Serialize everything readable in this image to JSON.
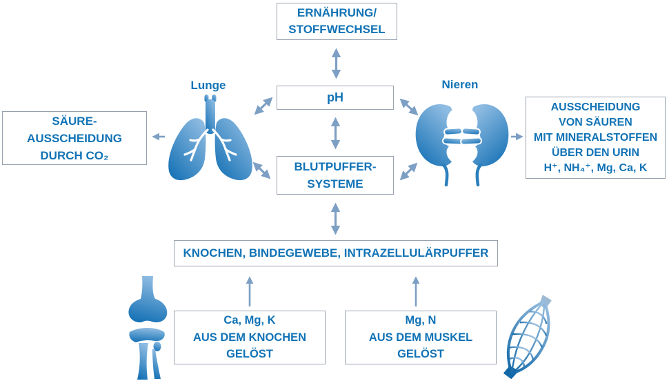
{
  "palette": {
    "text_blue": "#1173b6",
    "box_border": "#98a2ae",
    "arrow": "#7d9fc4",
    "icon_light": "#8fbce2",
    "icon_dark": "#1571b5",
    "background": "#ffffff"
  },
  "organ_labels": {
    "lungs": "Lunge",
    "kidneys": "Nieren"
  },
  "boxes": {
    "nutrition": {
      "line1": "ERNÄHRUNG/",
      "line2": "STOFFWECHSEL"
    },
    "ph": {
      "label": "pH"
    },
    "blood_buffer": {
      "line1": "BLUTPUFFER-",
      "line2": "SYSTEME"
    },
    "acid_excretion_co2": {
      "line1": "SÄURE-",
      "line2": "AUSSCHEIDUNG",
      "line3": "DURCH CO₂"
    },
    "urine_excretion": {
      "line1": "AUSSCHEIDUNG",
      "line2": "VON SÄUREN",
      "line3": "MIT MINERALSTOFFEN",
      "line4": "ÜBER DEN URIN",
      "line5": "H⁺, NH₄⁺, Mg, Ca, K"
    },
    "bone_tissue_buffer": {
      "label": "KNOCHEN, BINDEGEWEBE, INTRAZELLULÄRPUFFER"
    },
    "from_bone": {
      "line1": "Ca, Mg, K",
      "line2": "AUS DEM KNOCHEN",
      "line3": "GELÖST"
    },
    "from_muscle": {
      "line1": "Mg, N",
      "line2": "AUS DEM MUSKEL",
      "line3": "GELÖST"
    }
  },
  "icons": {
    "lungs": "lungs-icon",
    "kidneys": "kidneys-icon",
    "joint": "knee-joint-bone-icon",
    "muscle": "muscle-fiber-icon"
  }
}
